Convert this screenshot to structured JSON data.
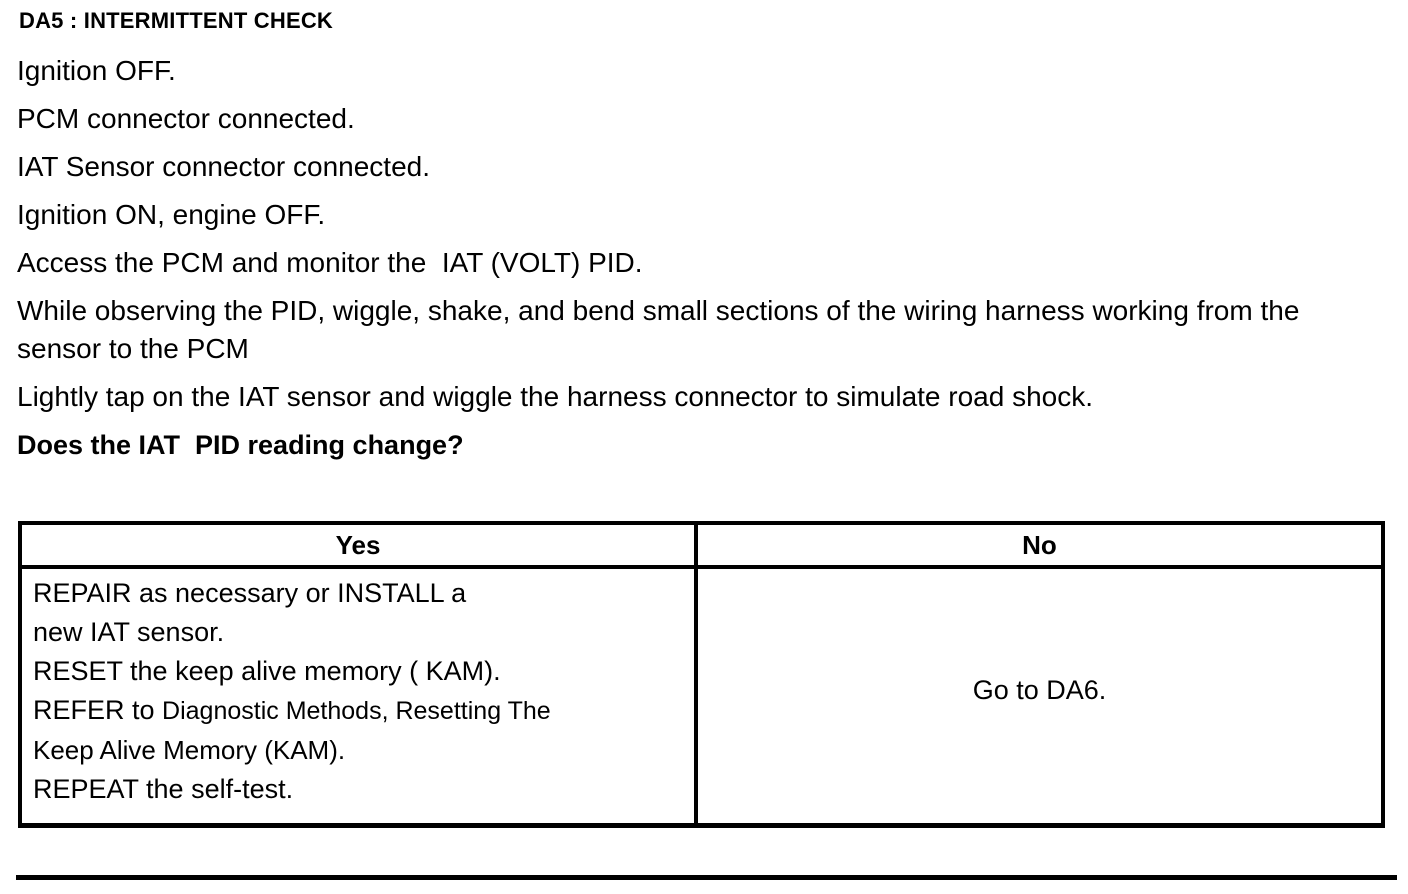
{
  "document": {
    "title": "DA5 : INTERMITTENT CHECK"
  },
  "steps": [
    {
      "text": "Ignition OFF."
    },
    {
      "text": "PCM connector connected."
    },
    {
      "text": "IAT Sensor connector connected."
    },
    {
      "text": "Ignition ON, engine OFF."
    },
    {
      "text": "Access the PCM and monitor the  IAT (VOLT) PID."
    },
    {
      "text": "While observing the PID, wiggle, shake, and bend small sections of the wiring harness working from the sensor to the PCM"
    },
    {
      "text": "Lightly tap on the IAT sensor and wiggle the harness connector to simulate road shock."
    }
  ],
  "question": "Does the IAT  PID reading change?",
  "decision_table": {
    "headers": {
      "yes": "Yes",
      "no": "No"
    },
    "yes_cell": {
      "lines": [
        "REPAIR as necessary or INSTALL a",
        "new IAT sensor.",
        "RESET the keep alive memory ( KAM).",
        "Keep Alive Memory (KAM).",
        "REPEAT the self-test."
      ],
      "refer_line": {
        "lead": "REFER to ",
        "tail": "Diagnostic Methods, Resetting The"
      }
    },
    "no_cell": {
      "text": "Go to DA6."
    }
  },
  "colors": {
    "text": "#000000",
    "background": "#ffffff",
    "rule": "#000000"
  }
}
